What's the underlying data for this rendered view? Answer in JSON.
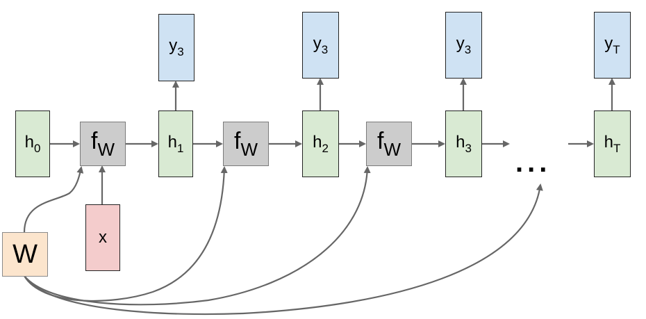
{
  "diagram": {
    "title": "Recurrent neural network computational graph (unrolled)",
    "hidden_states": [
      {
        "main": "h",
        "sub": "0"
      },
      {
        "main": "h",
        "sub": "1"
      },
      {
        "main": "h",
        "sub": "2"
      },
      {
        "main": "h",
        "sub": "3"
      },
      {
        "main": "h",
        "sub": "T"
      }
    ],
    "outputs": [
      {
        "main": "y",
        "sub": "3"
      },
      {
        "main": "y",
        "sub": "3"
      },
      {
        "main": "y",
        "sub": "3"
      },
      {
        "main": "y",
        "sub": "T"
      }
    ],
    "functions": [
      {
        "main": "f",
        "sub": "W"
      },
      {
        "main": "f",
        "sub": "W"
      },
      {
        "main": "f",
        "sub": "W"
      }
    ],
    "input": {
      "label": "x"
    },
    "weights": {
      "label": "W"
    },
    "ellipsis": "...",
    "colors": {
      "hidden": "#d9ead3",
      "output": "#cfe2f3",
      "function": "#cccccc",
      "input": "#f4cccc",
      "weights": "#fce5cd",
      "arrow": "#666666"
    }
  }
}
